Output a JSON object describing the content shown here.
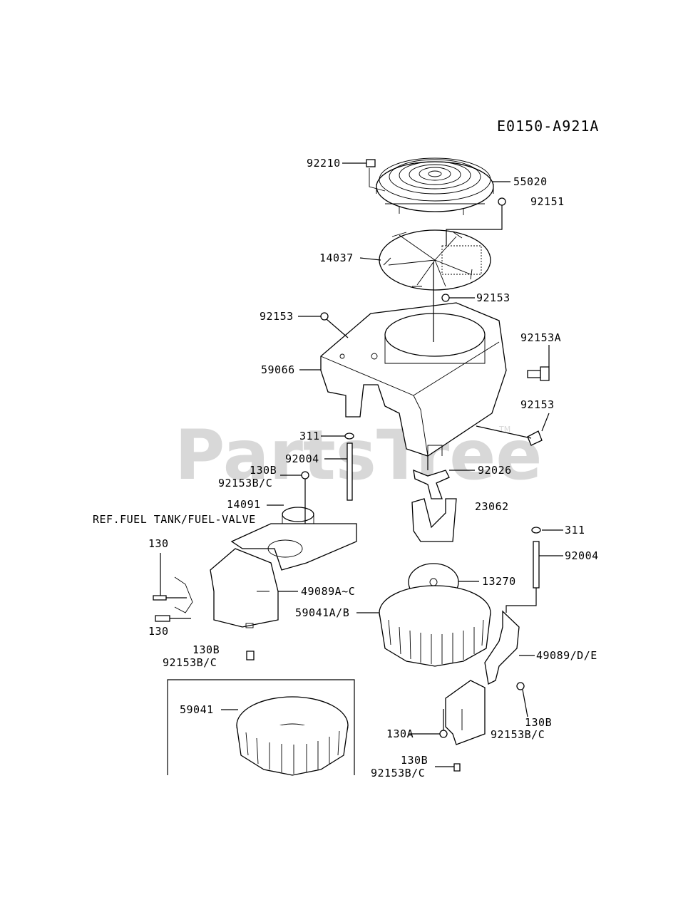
{
  "diagram_code": "E0150-A921A",
  "watermark": "PartsTree",
  "watermark_tm": "TM",
  "reference_note": "REF.FUEL TANK/FUEL-VALVE",
  "callouts": [
    "92210",
    "55020",
    "92151",
    "14037",
    "92153",
    "92153",
    "92153A",
    "59066",
    "92153",
    "311",
    "92004",
    "92026",
    "130B",
    "92153B/C",
    "14091",
    "23062",
    "311",
    "130",
    "92004",
    "13270",
    "49089A~C",
    "59041A/B",
    "130",
    "130B",
    "92153B/C",
    "49089/D/E",
    "59041",
    "130B",
    "92153B/C",
    "130A",
    "130B",
    "92153B/C"
  ]
}
